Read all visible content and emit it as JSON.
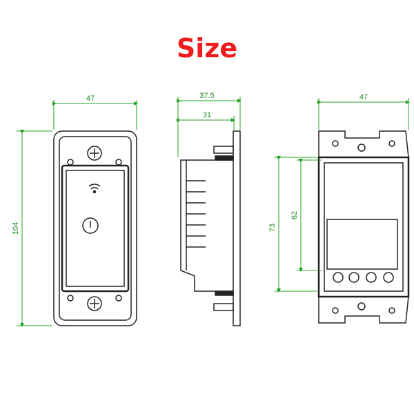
{
  "title": "Size",
  "colors": {
    "title": "#ee1c1c",
    "dimension": "#22a022",
    "line": "#222222"
  },
  "front_view": {
    "width_label": "47",
    "height_label": "104",
    "icons": [
      "wifi-icon",
      "touch-button-icon"
    ]
  },
  "side_view": {
    "depth_total_label": "37.5",
    "depth_body_label": "31"
  },
  "back_view": {
    "width_label": "47",
    "height_outer_label": "73",
    "height_inner_label": "62"
  }
}
